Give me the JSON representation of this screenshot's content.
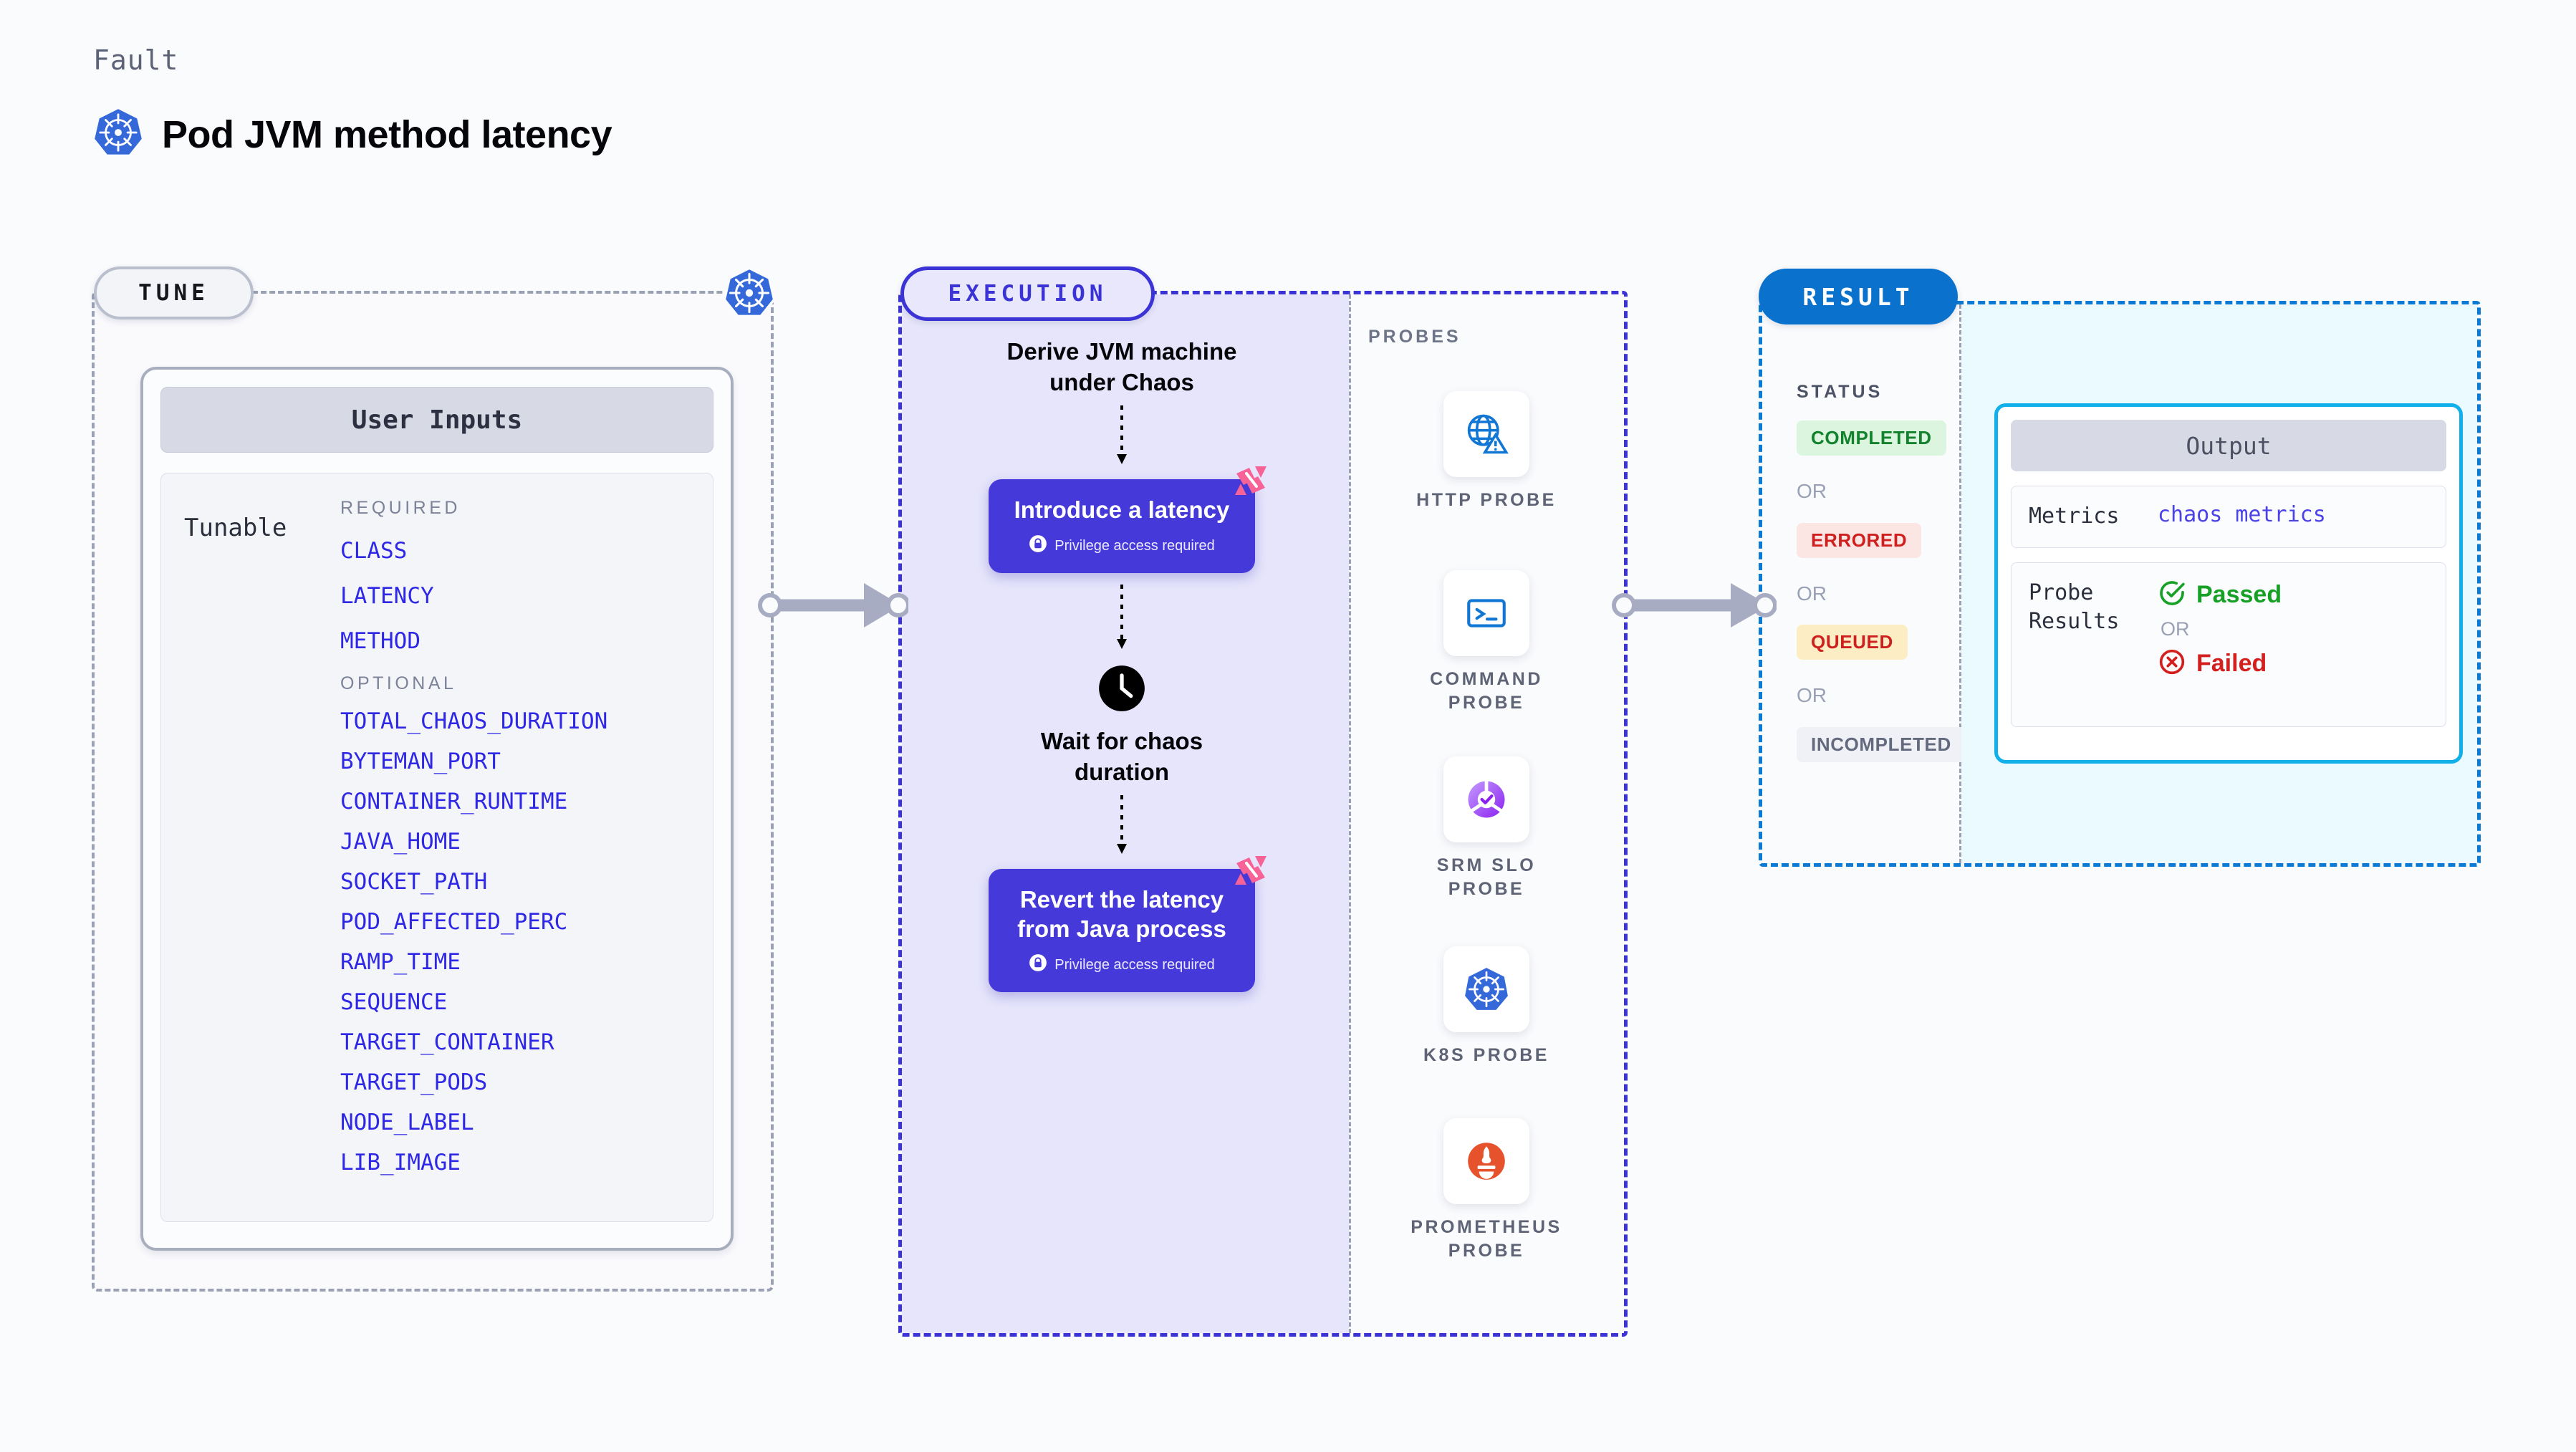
{
  "header": {
    "eyebrow": "Fault",
    "title": "Pod JVM method latency",
    "icon": "kubernetes-icon"
  },
  "tune": {
    "pill_label": "TUNE",
    "corner_icon": "kubernetes-icon",
    "card_header": "User Inputs",
    "tunable_label": "Tunable",
    "required_title": "REQUIRED",
    "required": [
      "CLASS",
      "LATENCY",
      "METHOD"
    ],
    "optional_title": "OPTIONAL",
    "optional": [
      "TOTAL_CHAOS_DURATION",
      "BYTEMAN_PORT",
      "CONTAINER_RUNTIME",
      "JAVA_HOME",
      "SOCKET_PATH",
      "POD_AFFECTED_PERC",
      "RAMP_TIME",
      "SEQUENCE",
      "TARGET_CONTAINER",
      "TARGET_PODS",
      "NODE_LABEL",
      "LIB_IMAGE"
    ]
  },
  "execution": {
    "pill_label": "EXECUTION",
    "step1_title": "Derive JVM machine\nunder Chaos",
    "step2": {
      "title": "Introduce a latency",
      "privilege": "Privilege access required",
      "badge_icon": "harness-logo-icon",
      "lock_icon": "lock-icon"
    },
    "wait": {
      "icon": "clock-icon",
      "title": "Wait for chaos\nduration"
    },
    "step3": {
      "title": "Revert the latency\nfrom Java process",
      "privilege": "Privilege access required",
      "badge_icon": "harness-logo-icon",
      "lock_icon": "lock-icon"
    }
  },
  "probes": {
    "title": "PROBES",
    "items": [
      {
        "label": "HTTP  PROBE",
        "icon": "globe-warning-icon"
      },
      {
        "label": "COMMAND\nPROBE",
        "icon": "terminal-icon"
      },
      {
        "label": "SRM  SLO\nPROBE",
        "icon": "srm-slo-icon"
      },
      {
        "label": "K8S  PROBE",
        "icon": "kubernetes-icon"
      },
      {
        "label": "PROMETHEUS\nPROBE",
        "icon": "prometheus-icon"
      }
    ]
  },
  "result": {
    "pill_label": "RESULT",
    "status_title": "STATUS",
    "or_label": "OR",
    "statuses": [
      {
        "label": "COMPLETED",
        "color": "#12822c",
        "bg": "#dcf5df"
      },
      {
        "label": "ERRORED",
        "color": "#cf2020",
        "bg": "#fbe6e4"
      },
      {
        "label": "QUEUED",
        "color": "#cf2020",
        "bg": "#fcedc4"
      },
      {
        "label": "INCOMPLETED",
        "color": "#636a7d",
        "bg": "#eff1f6"
      }
    ],
    "output": {
      "header": "Output",
      "metrics_key": "Metrics",
      "metrics_value": "chaos metrics",
      "probe_results_key": "Probe\nResults",
      "passed_label": "Passed",
      "passed_icon": "check-circle-icon",
      "passed_color": "#17a026",
      "or_label": "OR",
      "failed_label": "Failed",
      "failed_icon": "x-circle-icon",
      "failed_color": "#d41f1f"
    }
  },
  "connectors": {
    "tune_to_execution": "arrow-right-icon",
    "execution_to_result": "arrow-right-icon"
  },
  "colors": {
    "accent_indigo": "#3b33d6",
    "accent_blue": "#0a71cc",
    "accent_cyan": "#12b0ea",
    "param_blue": "#2e27e6",
    "harness_pink": "#f76397"
  }
}
